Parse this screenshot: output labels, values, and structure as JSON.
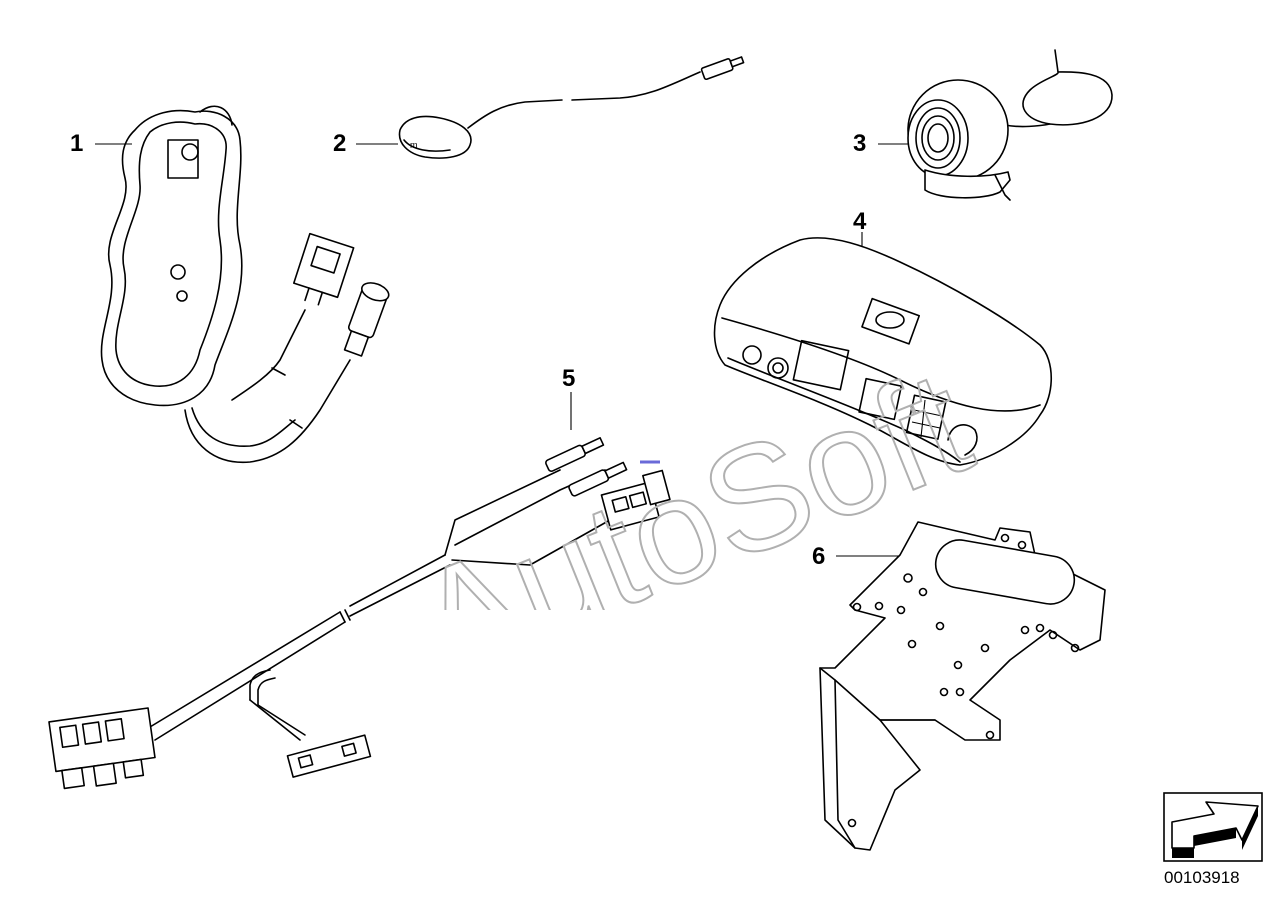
{
  "callouts": {
    "part_1": "1",
    "part_2": "2",
    "part_3": "3",
    "part_4": "4",
    "part_5": "5",
    "part_6": "6"
  },
  "watermark_text": "AutoSoft",
  "document_number": "00103918",
  "colors": {
    "ink": "#000000",
    "background": "#ffffff",
    "watermark_stroke": "#b0b0b0",
    "watermark_accent": "#6a6ad8"
  },
  "icons": {
    "navigation_arrow": "next-arrow-icon"
  }
}
